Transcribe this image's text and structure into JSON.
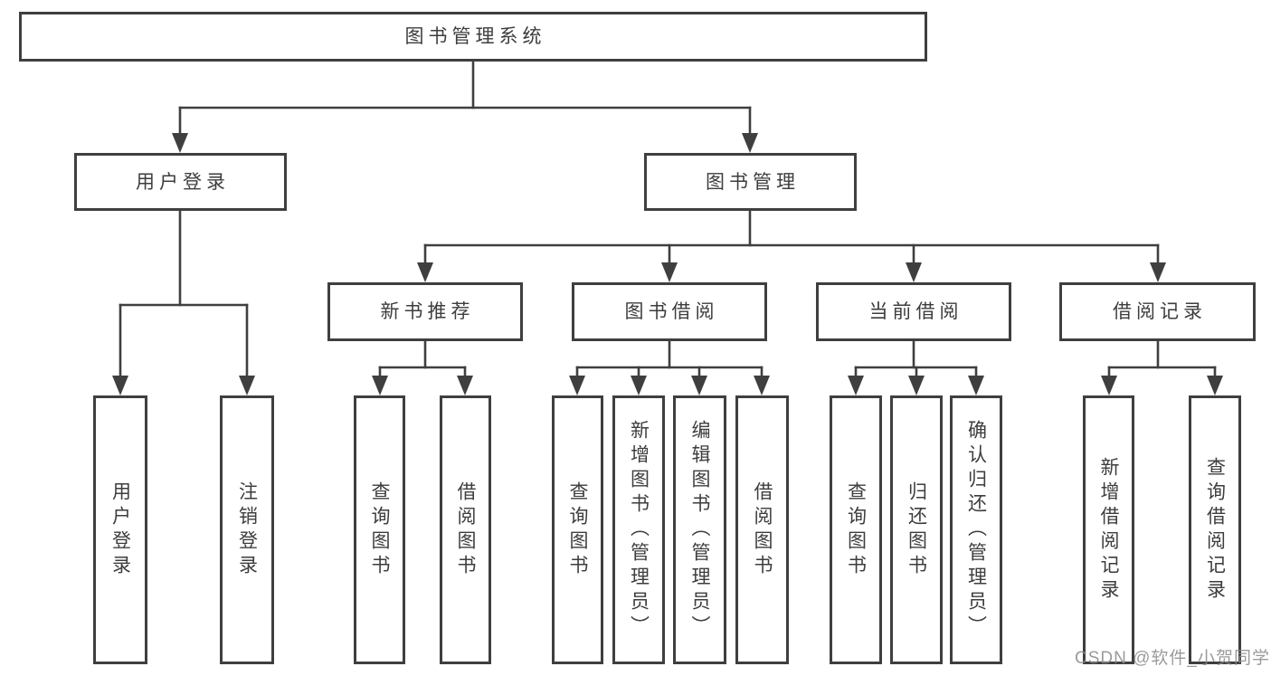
{
  "colors": {
    "line": "#3f3f3f",
    "border": "#3f3f3f",
    "text": "#3d3d3d",
    "watermark": "#8a8a8a",
    "background": "#ffffff"
  },
  "nodes": {
    "root": "图书管理系统",
    "user_login": "用户登录",
    "book_mgmt": "图书管理",
    "new_book_rec": "新书推荐",
    "book_borrowing": "图书借阅",
    "current_borrowing": "当前借阅",
    "borrowing_records": "借阅记录",
    "leaf_user_login": "用户登录",
    "leaf_logout_login": "注销登录",
    "leaf_nb_query_books": "查询图书",
    "leaf_nb_borrow_books": "借阅图书",
    "leaf_bb_query_books": "查询图书",
    "leaf_bb_add_books": "新增图书（管理员）",
    "leaf_bb_edit_books": "编辑图书（管理员）",
    "leaf_bb_borrow_books": "借阅图书",
    "leaf_cb_query_books": "查询图书",
    "leaf_cb_return_books": "归还图书",
    "leaf_cb_confirm_return": "确认归还（管理员）",
    "leaf_br_add_record": "新增借阅记录",
    "leaf_br_query_record": "查询借阅记录"
  },
  "structure": {
    "label": "图书管理系统",
    "children": [
      {
        "label": "用户登录",
        "children": [
          {
            "label": "用户登录"
          },
          {
            "label": "注销登录"
          }
        ]
      },
      {
        "label": "图书管理",
        "children": [
          {
            "label": "新书推荐",
            "children": [
              {
                "label": "查询图书"
              },
              {
                "label": "借阅图书"
              }
            ]
          },
          {
            "label": "图书借阅",
            "children": [
              {
                "label": "查询图书"
              },
              {
                "label": "新增图书（管理员）"
              },
              {
                "label": "编辑图书（管理员）"
              },
              {
                "label": "借阅图书"
              }
            ]
          },
          {
            "label": "当前借阅",
            "children": [
              {
                "label": "查询图书"
              },
              {
                "label": "归还图书"
              },
              {
                "label": "确认归还（管理员）"
              }
            ]
          },
          {
            "label": "借阅记录",
            "children": [
              {
                "label": "新增借阅记录"
              },
              {
                "label": "查询借阅记录"
              }
            ]
          }
        ]
      }
    ]
  },
  "watermark": "CSDN @软件_小贺同学"
}
